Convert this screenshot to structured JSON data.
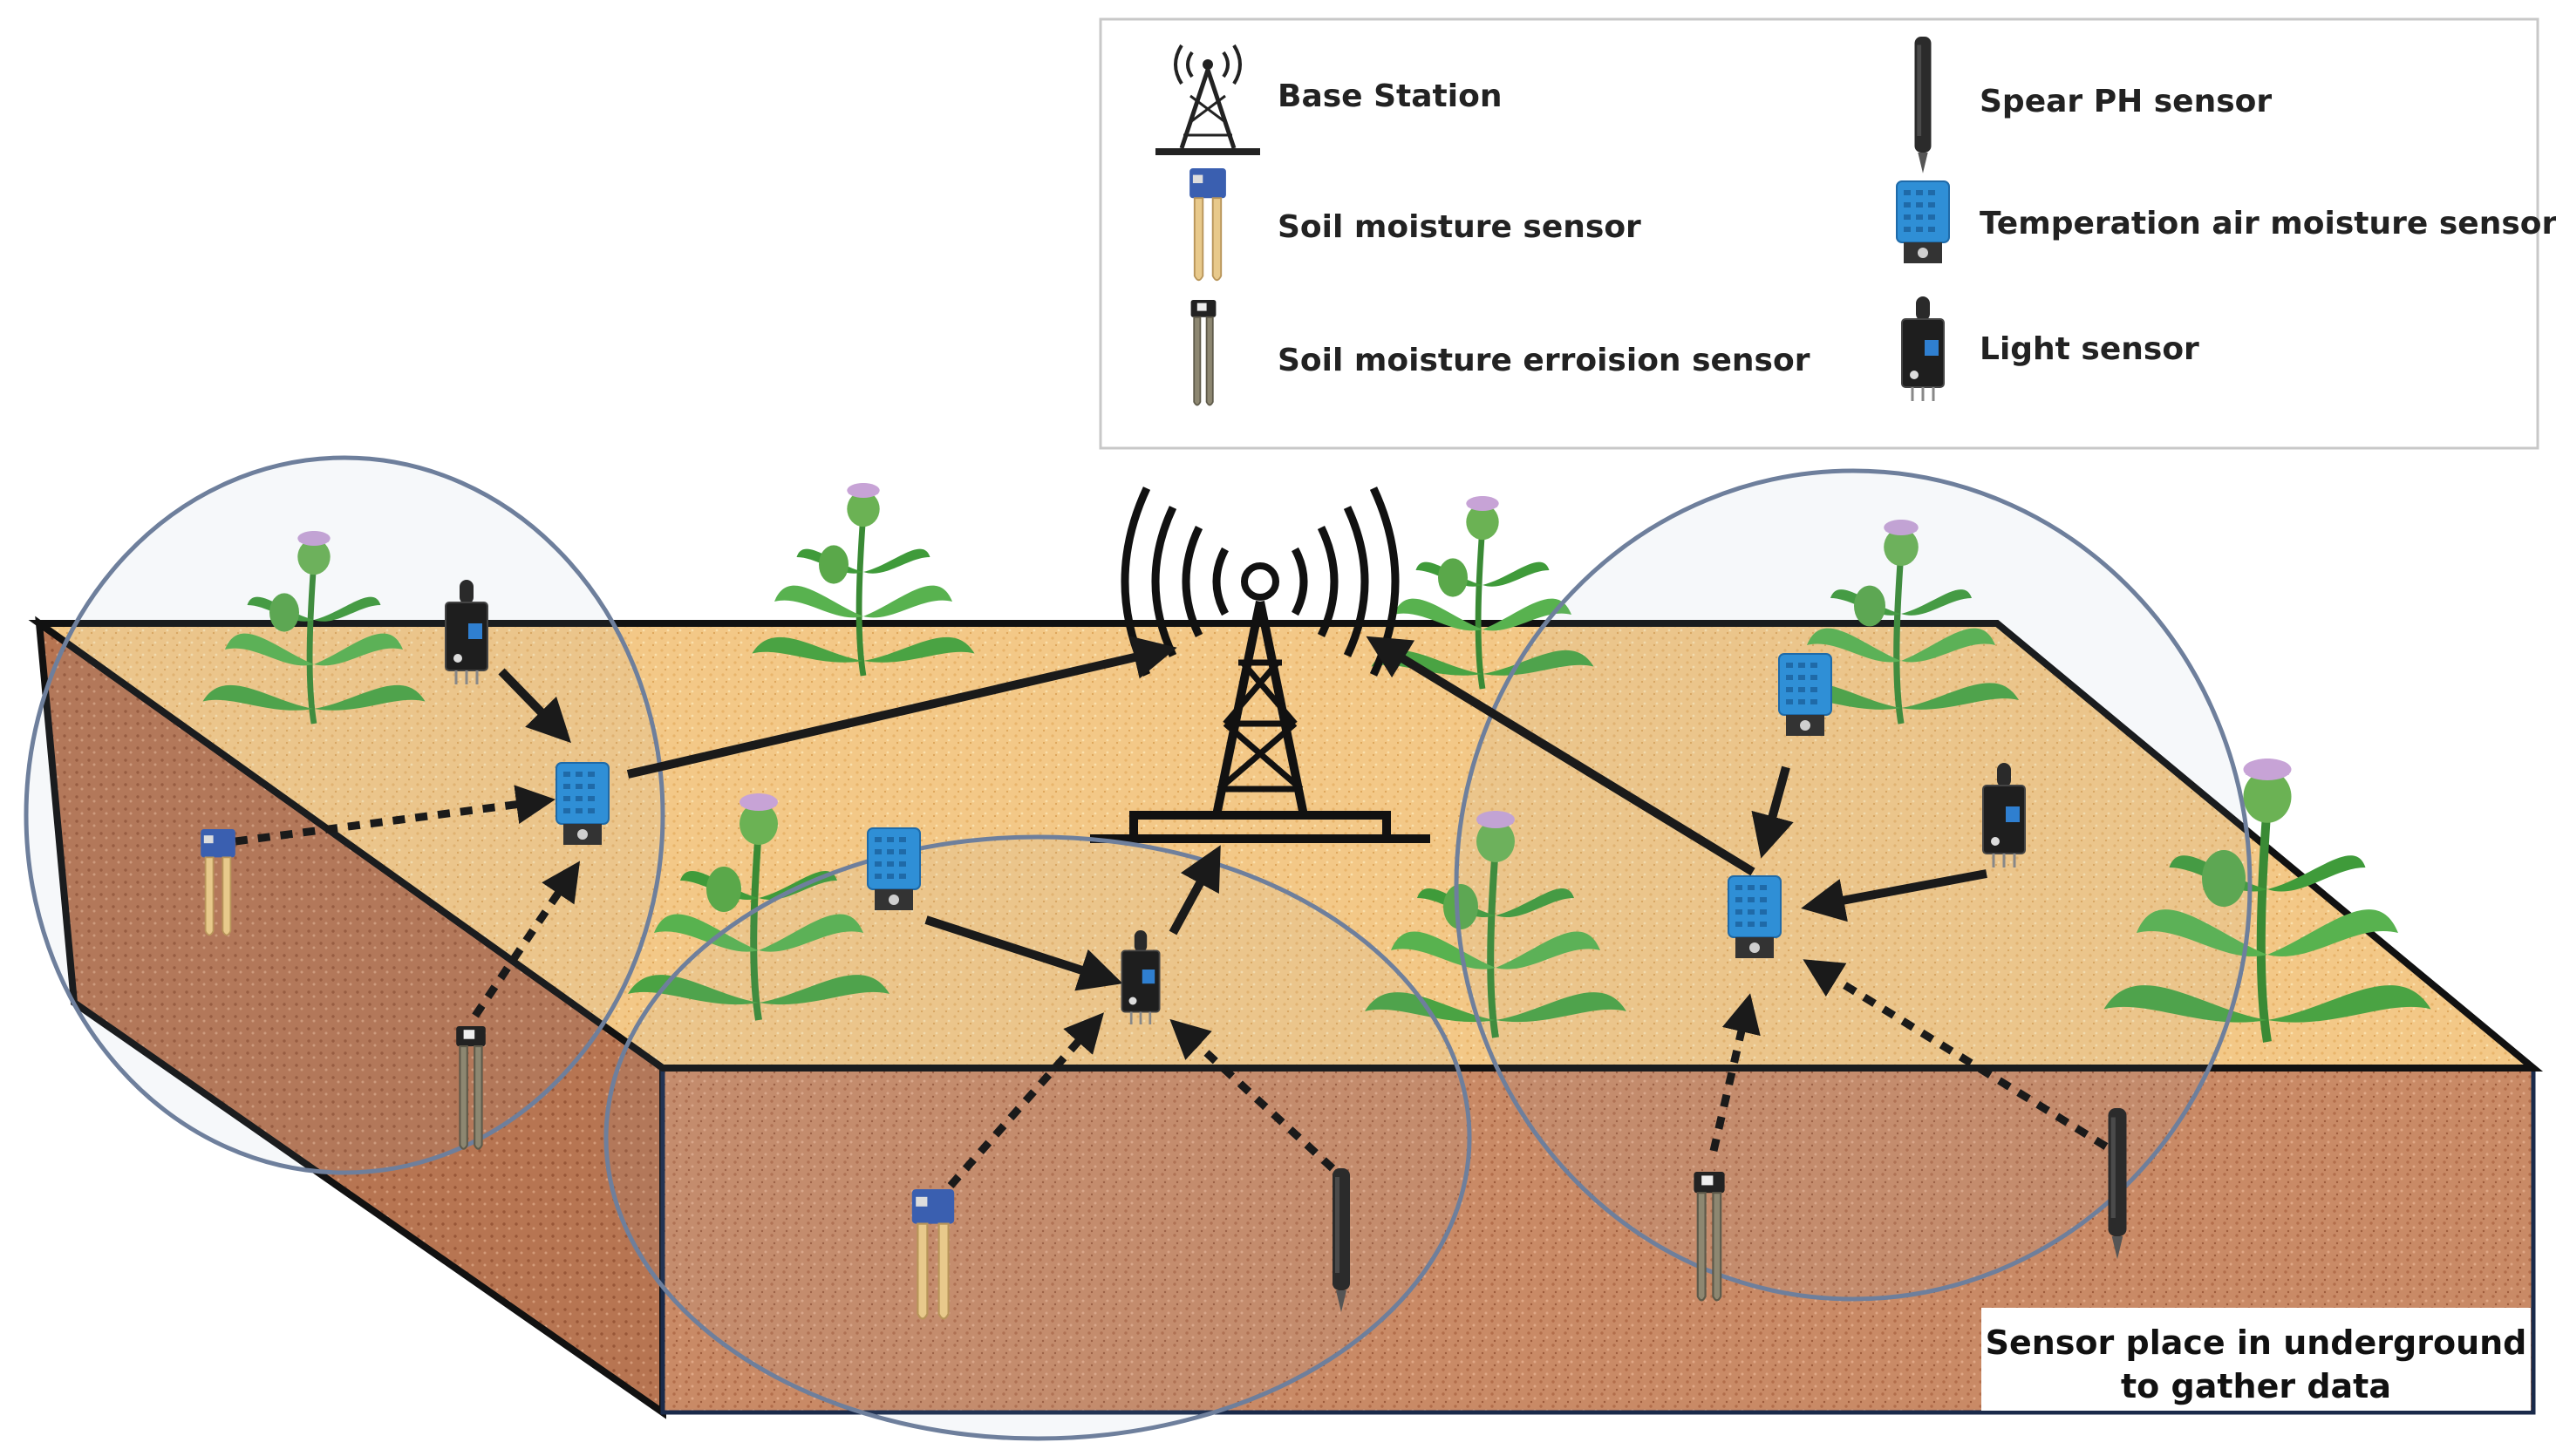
{
  "legend": {
    "items": [
      {
        "id": "base-station",
        "label": "Base Station",
        "icon": "tower-icon"
      },
      {
        "id": "soil-moisture",
        "label": "Soil moisture sensor",
        "icon": "soil-moisture-sensor-icon"
      },
      {
        "id": "soil-erosion",
        "label": "Soil moisture erroision sensor",
        "icon": "soil-erosion-sensor-icon"
      },
      {
        "id": "spear-ph",
        "label": "Spear PH sensor",
        "icon": "spear-ph-sensor-icon"
      },
      {
        "id": "temp-air",
        "label": "Temperation air moisture sensor",
        "icon": "temperature-sensor-icon"
      },
      {
        "id": "light",
        "label": "Light sensor",
        "icon": "light-sensor-icon"
      }
    ]
  },
  "note": {
    "line1": "Sensor place in underground",
    "line2": "to gather data"
  },
  "colors": {
    "sand": "#f1c27d",
    "soil": "#c98660",
    "sensor_blue": "#2f8fd6",
    "module_black": "#1e1e1e",
    "arrow": "#1a1a1a",
    "cluster_circle": "#6e7f9c",
    "plant_green": "#3f9b3a",
    "flower_purple": "#b48fc4"
  }
}
